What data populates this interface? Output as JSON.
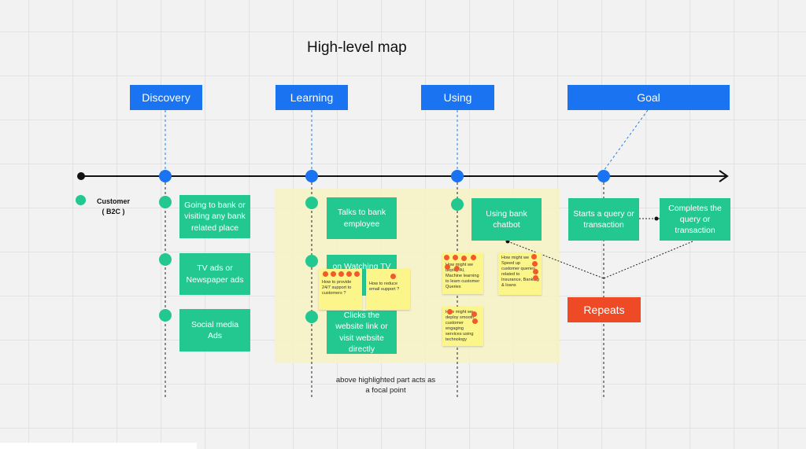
{
  "title": "High-level map",
  "phases": [
    "Discovery",
    "Learning",
    "Using",
    "Goal"
  ],
  "legend": {
    "label": "Customer",
    "sublabel": "( B2C )"
  },
  "cards": {
    "discovery_1": "Going to bank or visiting any bank related place",
    "discovery_2": "TV ads or Newspaper ads",
    "discovery_3": "Social media Ads",
    "learning_1": "Talks to bank employee",
    "learning_2": "on Watching TV",
    "learning_3": "Clicks the website link or visit website directly",
    "using_1": "Using bank chatbot",
    "goal_1": "Starts a query or transaction",
    "goal_2": "Completes the query or transaction"
  },
  "stickies": {
    "s1": "How to provide 24/7 support to customers ?",
    "s2": "How to reduce email support ?",
    "s3": "How might we deploy AI, Machine learning to learn customer Queries",
    "s4": "How might we Speed up customer queries related to Insurance, Banking & loans",
    "s5": "How might we deploy smooth customer engaging services using technology"
  },
  "repeats": "Repeats",
  "note": "above highlighted part acts as a focal point",
  "colors": {
    "phase": "#1a73f0",
    "card": "#22c890",
    "sticky": "#fbf58a",
    "repeats": "#ee4a26",
    "vote": "#f2592c"
  }
}
